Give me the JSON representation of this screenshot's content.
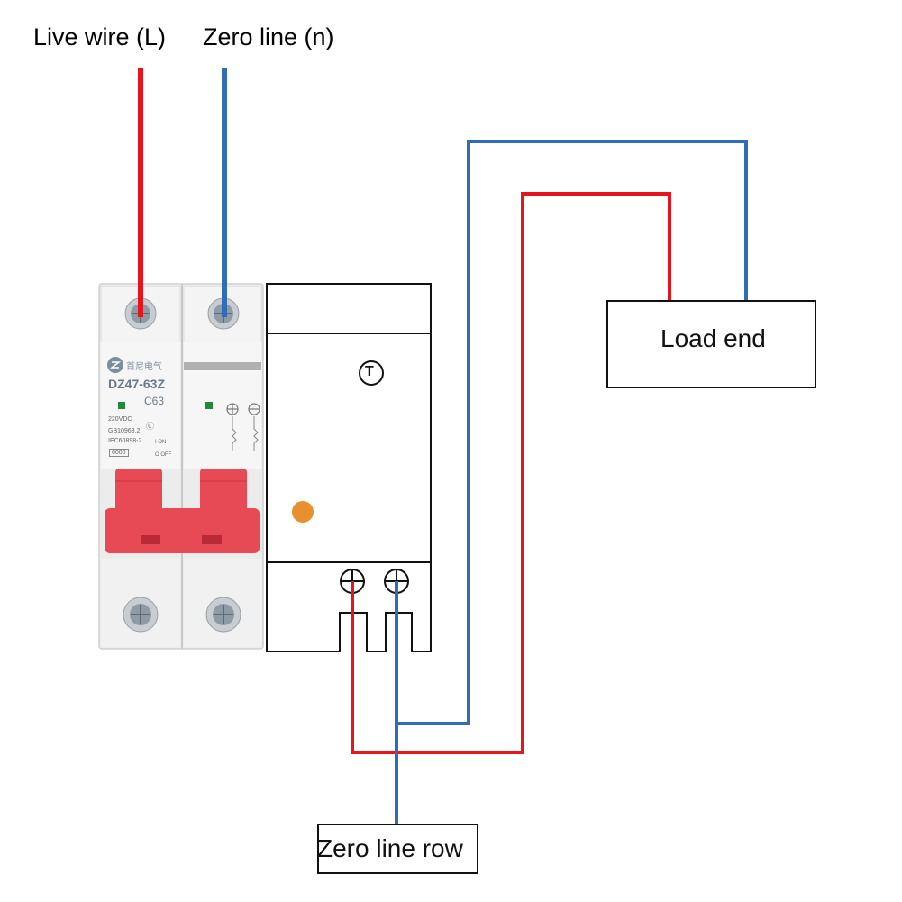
{
  "labels": {
    "live_wire": "Live wire (L)",
    "zero_line": "Zero line (n)",
    "load_end": "Load end",
    "zero_line_row": "Zero line row"
  },
  "breaker": {
    "brand": "首尼电气",
    "model": "DZ47-63Z",
    "rating": "C63",
    "voltage": "220VDC",
    "standard_1": "GB10963.2",
    "standard_2": "IEC60898-2",
    "capacity": "6000",
    "on_label": "I ON",
    "off_label": "O OFF"
  },
  "timer": {
    "symbol": "T"
  },
  "colors": {
    "live": "#e8141c",
    "neutral": "#2f6eb5",
    "handle": "#e84a55",
    "indicator": "#e89030"
  }
}
